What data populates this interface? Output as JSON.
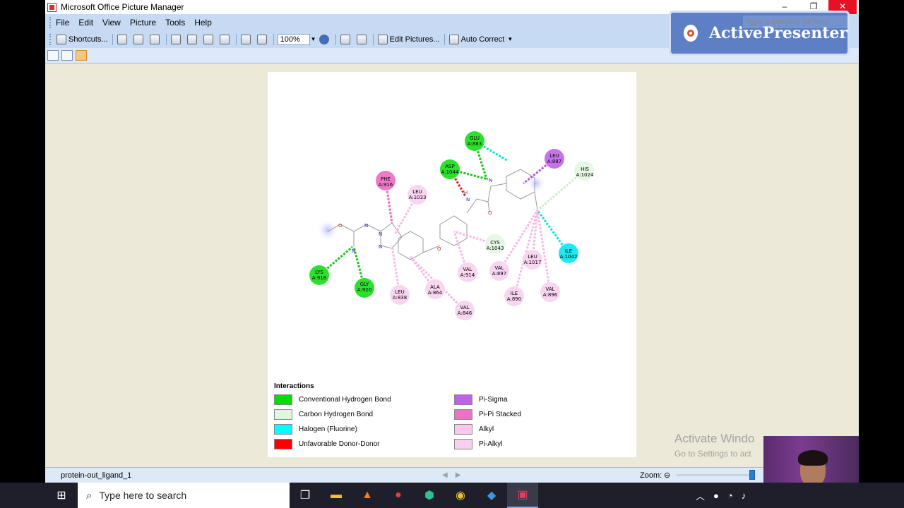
{
  "window": {
    "title": "Microsoft Office Picture Manager",
    "minimize": "–",
    "restore": "❐",
    "close": "✕",
    "help_placeholder": "Type a question for help"
  },
  "menus": [
    "File",
    "Edit",
    "View",
    "Picture",
    "Tools",
    "Help"
  ],
  "toolbar": {
    "shortcuts": "Shortcuts...",
    "zoom_value": "100%",
    "edit_pictures": "Edit Pictures...",
    "auto_correct": "Auto Correct"
  },
  "watermark": {
    "brand": "ActivePresenter"
  },
  "diagram": {
    "residues": [
      {
        "name": "GLU",
        "id": "A:883",
        "type": "conventional-hydrogen-bond"
      },
      {
        "name": "LEU",
        "id": "A:887",
        "type": "pi-sigma"
      },
      {
        "name": "HIS",
        "id": "A:1024",
        "type": "carbon-hydrogen-bond"
      },
      {
        "name": "ASP",
        "id": "A:1044",
        "type": "conventional-hydrogen-bond"
      },
      {
        "name": "PHE",
        "id": "A:916",
        "type": "pi-pi-stacked"
      },
      {
        "name": "LEU",
        "id": "A:1033",
        "type": "alkyl"
      },
      {
        "name": "CYS",
        "id": "A:1043",
        "type": "carbon-hydrogen-bond"
      },
      {
        "name": "ILE",
        "id": "A:1042",
        "type": "halogen"
      },
      {
        "name": "LEU",
        "id": "A:1017",
        "type": "alkyl"
      },
      {
        "name": "VAL",
        "id": "A:897",
        "type": "alkyl"
      },
      {
        "name": "VAL",
        "id": "A:914",
        "type": "alkyl"
      },
      {
        "name": "LYS",
        "id": "A:918",
        "type": "conventional-hydrogen-bond"
      },
      {
        "name": "GLY",
        "id": "A:920",
        "type": "conventional-hydrogen-bond"
      },
      {
        "name": "LEU",
        "id": "A:838",
        "type": "alkyl"
      },
      {
        "name": "ALA",
        "id": "A:864",
        "type": "alkyl"
      },
      {
        "name": "VAL",
        "id": "A:846",
        "type": "alkyl"
      },
      {
        "name": "ILE",
        "id": "A:890",
        "type": "alkyl"
      },
      {
        "name": "VAL",
        "id": "A:896",
        "type": "alkyl"
      }
    ],
    "legend_title": "Interactions",
    "legend": [
      {
        "label": "Conventional Hydrogen Bond",
        "color": "#00e000"
      },
      {
        "label": "Carbon Hydrogen Bond",
        "color": "#dff7df"
      },
      {
        "label": "Halogen (Fluorine)",
        "color": "#00ffff"
      },
      {
        "label": "Unfavorable Donor-Donor",
        "color": "#ff0000"
      },
      {
        "label": "Pi-Sigma",
        "color": "#c060e8"
      },
      {
        "label": "Pi-Pi Stacked",
        "color": "#f070c8"
      },
      {
        "label": "Alkyl",
        "color": "#f8c8ee"
      },
      {
        "label": "Pi-Alkyl",
        "color": "#f8cff0"
      }
    ],
    "atom_labels": {
      "N": "N",
      "O": "O",
      "H": "H"
    }
  },
  "status": {
    "filename": "protein-out_ligand_1",
    "zoom_label": "Zoom:"
  },
  "activation": {
    "line1": "Activate Windo",
    "line2": "Go to Settings to act"
  },
  "taskbar": {
    "search_placeholder": "Type here to search"
  }
}
